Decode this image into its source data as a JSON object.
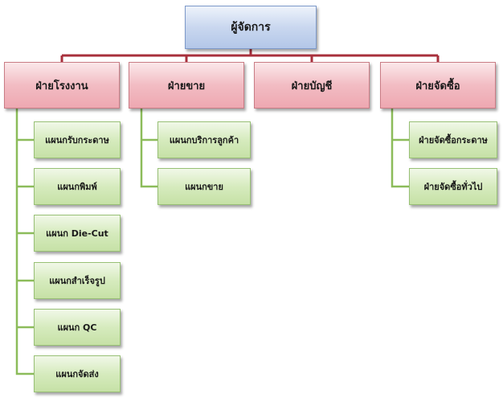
{
  "org_chart": {
    "manager": "ผู้จัดการ",
    "departments": [
      {
        "label": "ฝ่ายโรงงาน",
        "units": [
          "แผนกรับกระดาษ",
          "แผนกพิมพ์",
          "แผนก Die-Cut",
          "แผนกสำเร็จรูป",
          "แผนก QC",
          "แผนกจัดส่ง"
        ]
      },
      {
        "label": "ฝ่ายขาย",
        "units": [
          "แผนกบริการลูกค้า",
          "แผนกขาย"
        ]
      },
      {
        "label": "ฝ่ายบัญชี",
        "units": []
      },
      {
        "label": "ฝ่ายจัดซื้อ",
        "units": [
          "ฝ่ายจัดซื้อกระดาษ",
          "ฝ่ายจัดซื้อทั่วไป"
        ]
      }
    ]
  },
  "colors": {
    "manager_fill": "#c9d7ef",
    "department_fill": "#f2bcc3",
    "unit_fill": "#d6ebbe",
    "manager_connector": "#a8303c",
    "unit_connector": "#8cbc5a"
  }
}
